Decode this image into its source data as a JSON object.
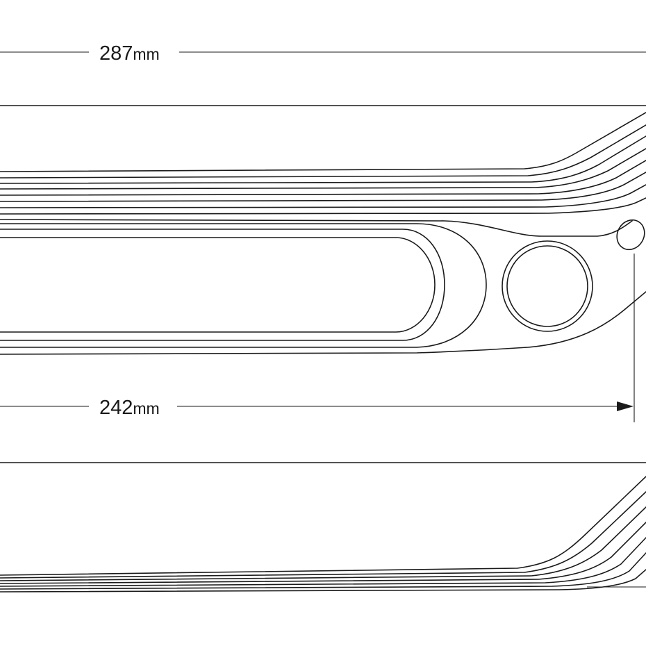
{
  "dimensions": {
    "top": {
      "value": "287",
      "unit": "mm"
    },
    "middle": {
      "value": "242",
      "unit": "mm"
    }
  },
  "colors": {
    "line": "#1a1a1a",
    "background": "#ffffff"
  }
}
